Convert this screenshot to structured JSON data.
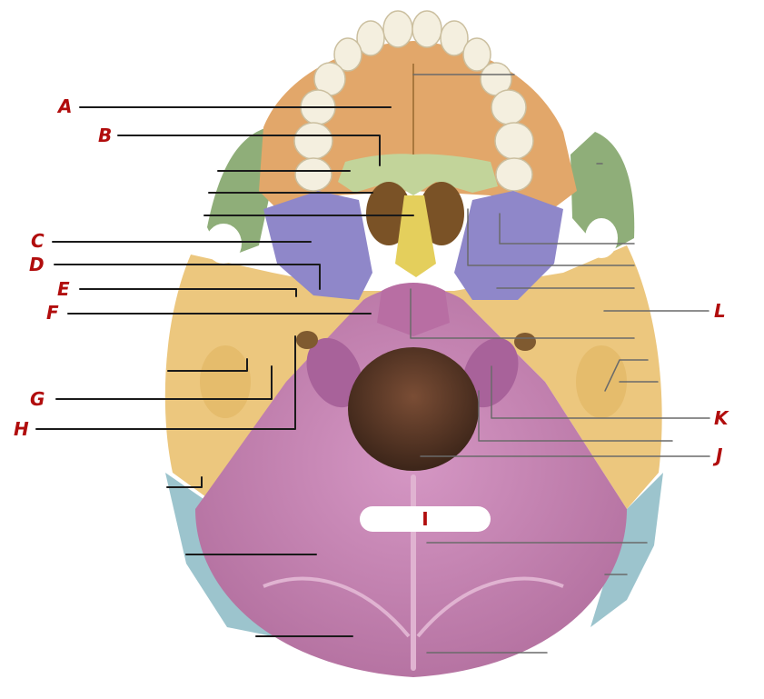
{
  "labels": {
    "A": "A",
    "B": "B",
    "C": "C",
    "D": "D",
    "E": "E",
    "F": "F",
    "G": "G",
    "H": "H",
    "I": "I",
    "J": "J",
    "K": "K",
    "L": "L"
  },
  "colors": {
    "background": "#ffffff",
    "label_text": "#b10d0d",
    "leader_dark": "#1a1a1a",
    "leader_light": "#6a6a6a",
    "blank_box": "#ffffff",
    "occipital_bone": "#c07fae",
    "occipital_highlight": "#e0b3d1",
    "temporal_bone": "#ecc77e",
    "palatine_maxilla": "#e2a76a",
    "sphenoid_bone": "#8f87c9",
    "vomer": "#e4cf5c",
    "zygomatic_bone": "#8fae79",
    "parietal_bone": "#9cc4cd",
    "teeth": "#f4efdf",
    "palatine_horizontal": "#c2d49a",
    "foramen_magnum": "#5a3a2c",
    "choanae": "#7a5226"
  }
}
